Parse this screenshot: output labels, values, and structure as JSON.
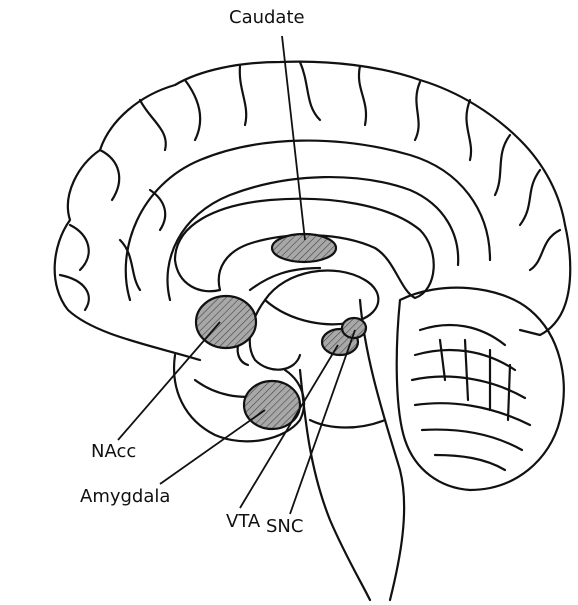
{
  "labels": {
    "caudate": "Caudate",
    "nacc": "NAcc",
    "amygdala": "Amygdala",
    "vta": "VTA",
    "snc": "SNC"
  },
  "colors": {
    "outline": "#111111",
    "region_fill": "#9a9a9a",
    "background": "#ffffff"
  }
}
